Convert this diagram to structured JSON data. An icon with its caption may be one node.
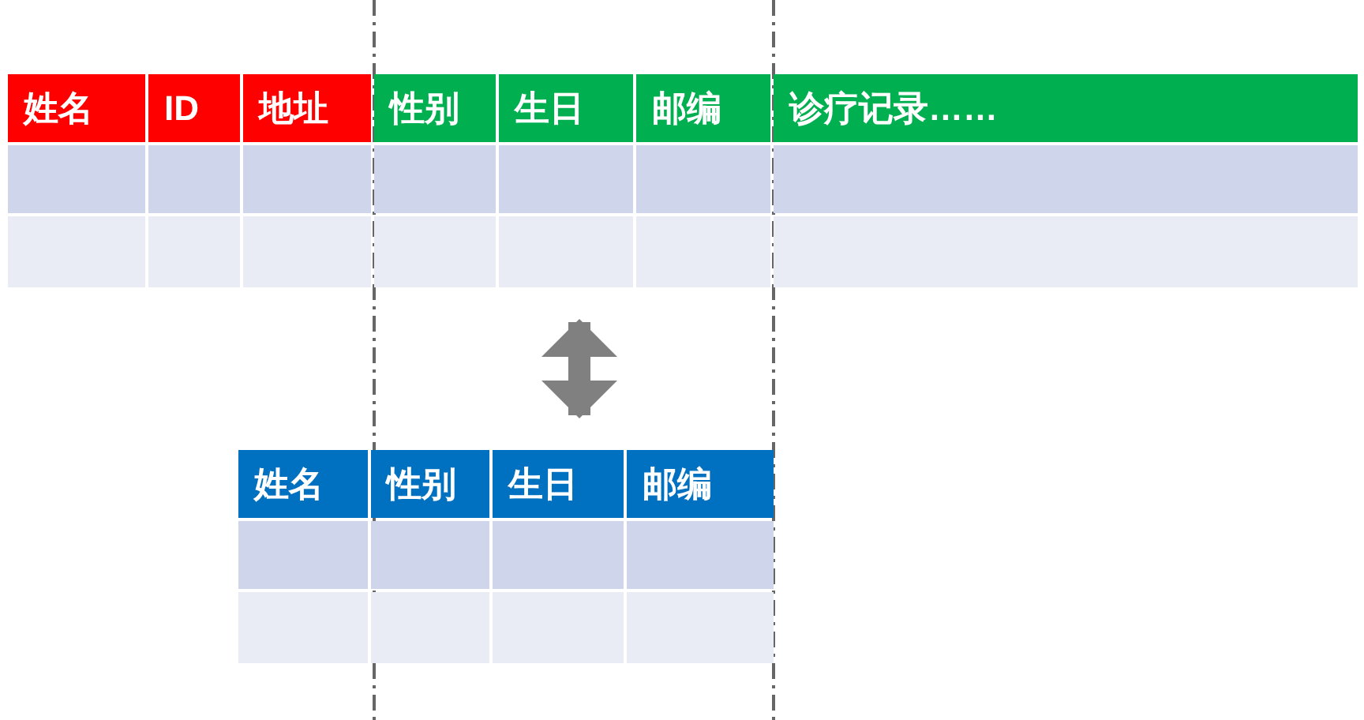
{
  "diagram": {
    "nodes": [
      {
        "text": [
          "姓名",
          "ID",
          "地址",
          "性别",
          "生日",
          "邮编",
          "诊疗记录……"
        ]
      },
      {
        "text": [
          "姓名",
          "性别",
          "生日",
          "邮编"
        ]
      }
    ],
    "edges": [
      {
        "from": 0,
        "to": 1,
        "arrow": "both"
      }
    ]
  }
}
